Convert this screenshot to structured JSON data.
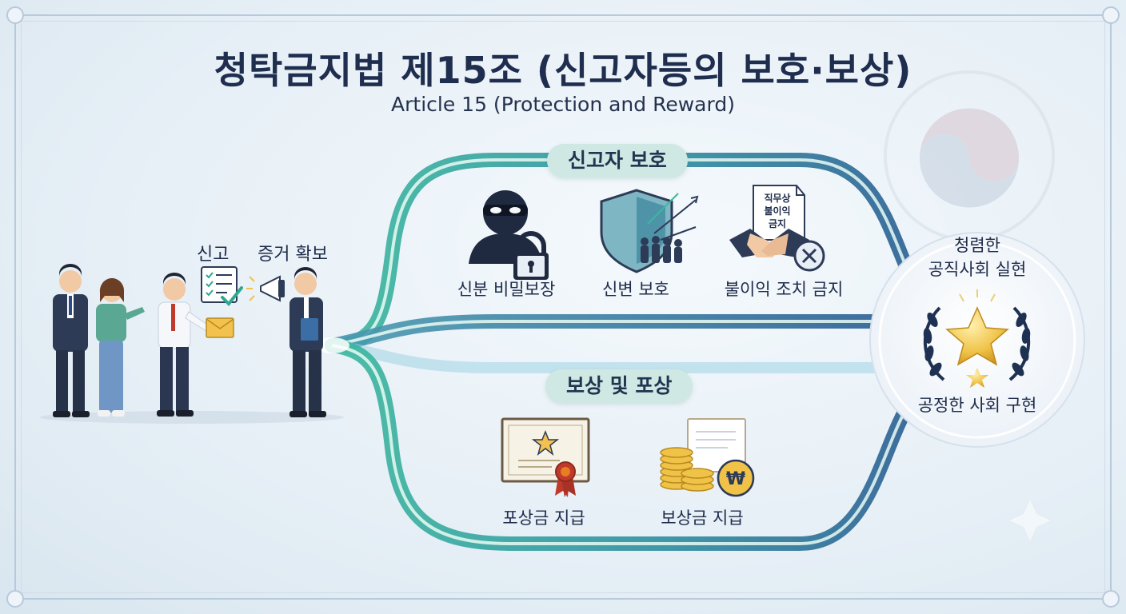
{
  "title": "청탁금지법 제15조 (신고자등의 보호·보상)",
  "subtitle": "Article 15 (Protection and Reward)",
  "people": {
    "report_label": "신고",
    "evidence_label": "증거 확보"
  },
  "protection": {
    "header": "신고자 보호",
    "items": [
      {
        "label": "신분 비밀보장",
        "icon": "masked-person-lock-icon"
      },
      {
        "label": "신변 보호",
        "icon": "shield-icon"
      },
      {
        "label": "불이익 조치 금지",
        "icon": "handshake-prohibited-icon",
        "doc_text": [
          "직무상",
          "불이익",
          "금지"
        ]
      }
    ]
  },
  "reward": {
    "header": "보상 및 포상",
    "items": [
      {
        "label": "포상금 지급",
        "icon": "certificate-icon"
      },
      {
        "label": "보상금 지급",
        "icon": "coins-won-icon",
        "coin_symbol": "₩"
      }
    ]
  },
  "goal": {
    "top_lines": [
      "청렴한",
      "공직사회 실현"
    ],
    "bottom": "공정한 사회 구현",
    "icon": "laurel-star-icon"
  },
  "colors": {
    "teal": "#2fa88f",
    "blue": "#2a5f93",
    "navy": "#243456",
    "gold": "#e8b93a"
  }
}
